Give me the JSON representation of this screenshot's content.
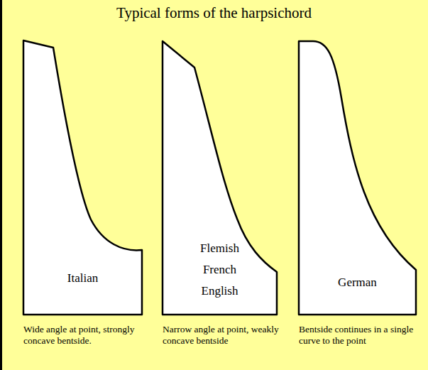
{
  "diagram": {
    "title": "Typical forms of the harpsichord",
    "nodes": [
      {
        "text": [
          "Italian",
          "Wide angle at point, strongly concave bentside."
        ]
      },
      {
        "text": [
          "Flemish",
          "French",
          "English",
          "Narrow angle at point, weakly concave bentside"
        ]
      },
      {
        "text": [
          "German",
          "Bentside continues in a single curve to the point"
        ]
      }
    ]
  }
}
